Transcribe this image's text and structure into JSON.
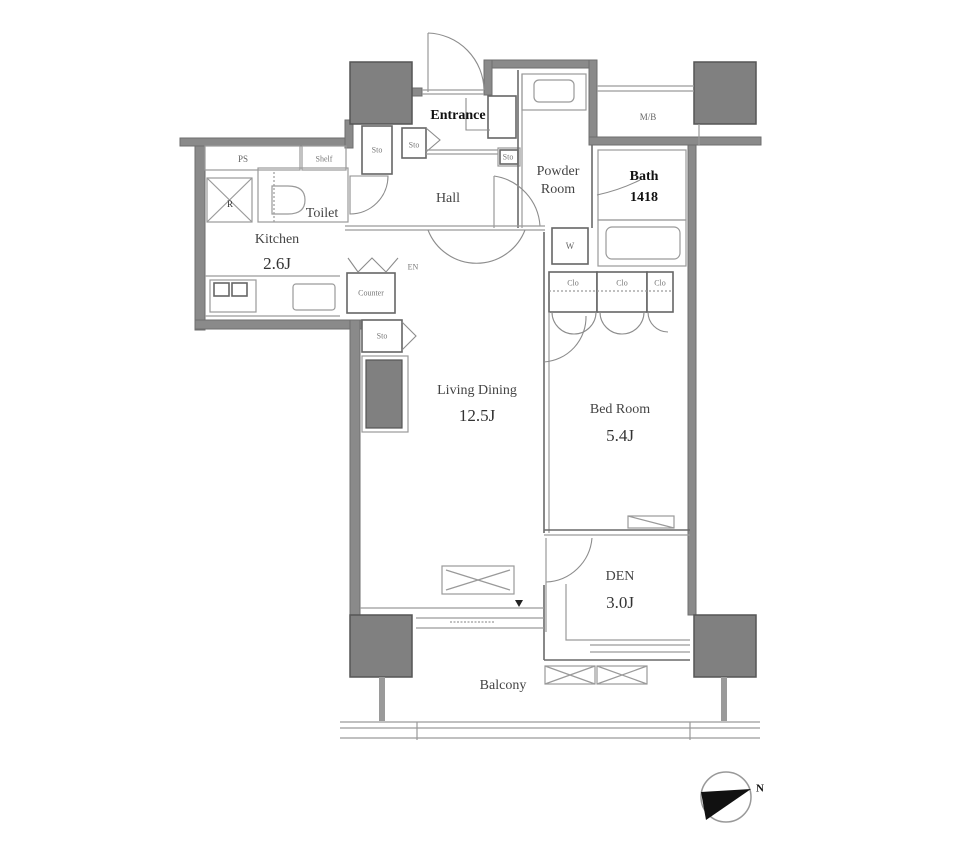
{
  "floor_plan": {
    "rooms": [
      {
        "id": "entrance",
        "label": "Entrance"
      },
      {
        "id": "hall",
        "label": "Hall"
      },
      {
        "id": "powder_room",
        "label": "Powder Room",
        "line1": "Powder",
        "line2": "Room"
      },
      {
        "id": "bath",
        "label": "Bath",
        "size": "1418"
      },
      {
        "id": "toilet",
        "label": "Toilet"
      },
      {
        "id": "kitchen",
        "label": "Kitchen",
        "area": "2.6J"
      },
      {
        "id": "living_dining",
        "label": "Living Dining",
        "area": "12.5J"
      },
      {
        "id": "bed_room",
        "label": "Bed Room",
        "area": "5.4J"
      },
      {
        "id": "den",
        "label": "DEN",
        "area": "3.0J"
      },
      {
        "id": "balcony",
        "label": "Balcony"
      },
      {
        "id": "mb",
        "label": "M/B"
      }
    ],
    "fixtures": {
      "ps": "PS",
      "shelf": "Shelf",
      "sto_1": "Sto",
      "sto_2": "Sto",
      "sto_3": "Sto",
      "sto_4": "Sto",
      "w": "W",
      "clo_1": "Clo",
      "clo_2": "Clo",
      "clo_3": "Clo",
      "counter": "Counter",
      "en": "EN",
      "refrigerator": "R"
    },
    "compass": {
      "north_label": "N"
    }
  }
}
